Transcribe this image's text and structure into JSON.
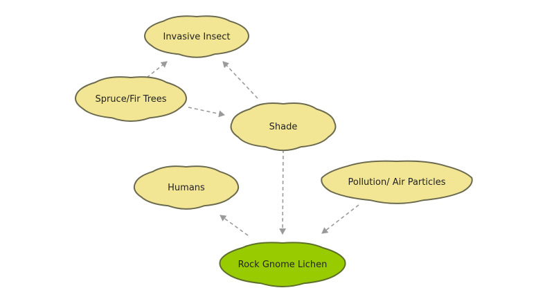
{
  "colors": {
    "cloud_fill": "#f2e594",
    "cloud_stroke": "#6b6a4e",
    "focus_fill": "#99cc00",
    "focus_stroke": "#5e6f2a",
    "edge": "#9a9a9a",
    "label": "#222222"
  },
  "nodes": [
    {
      "id": "invasive-insect",
      "label": "Invasive Insect"
    },
    {
      "id": "spruce-fir-trees",
      "label": "Spruce/Fir Trees"
    },
    {
      "id": "shade",
      "label": "Shade"
    },
    {
      "id": "humans",
      "label": "Humans"
    },
    {
      "id": "pollution-air-particles",
      "label": "Pollution/ Air Particles"
    },
    {
      "id": "rock-gnome-lichen",
      "label": "Rock Gnome Lichen",
      "focus": true
    }
  ],
  "edges": [
    {
      "from": "spruce-fir-trees",
      "to": "invasive-insect"
    },
    {
      "from": "shade",
      "to": "invasive-insect"
    },
    {
      "from": "spruce-fir-trees",
      "to": "shade"
    },
    {
      "from": "shade",
      "to": "rock-gnome-lichen"
    },
    {
      "from": "pollution-air-particles",
      "to": "rock-gnome-lichen"
    },
    {
      "from": "rock-gnome-lichen",
      "to": "humans"
    }
  ]
}
